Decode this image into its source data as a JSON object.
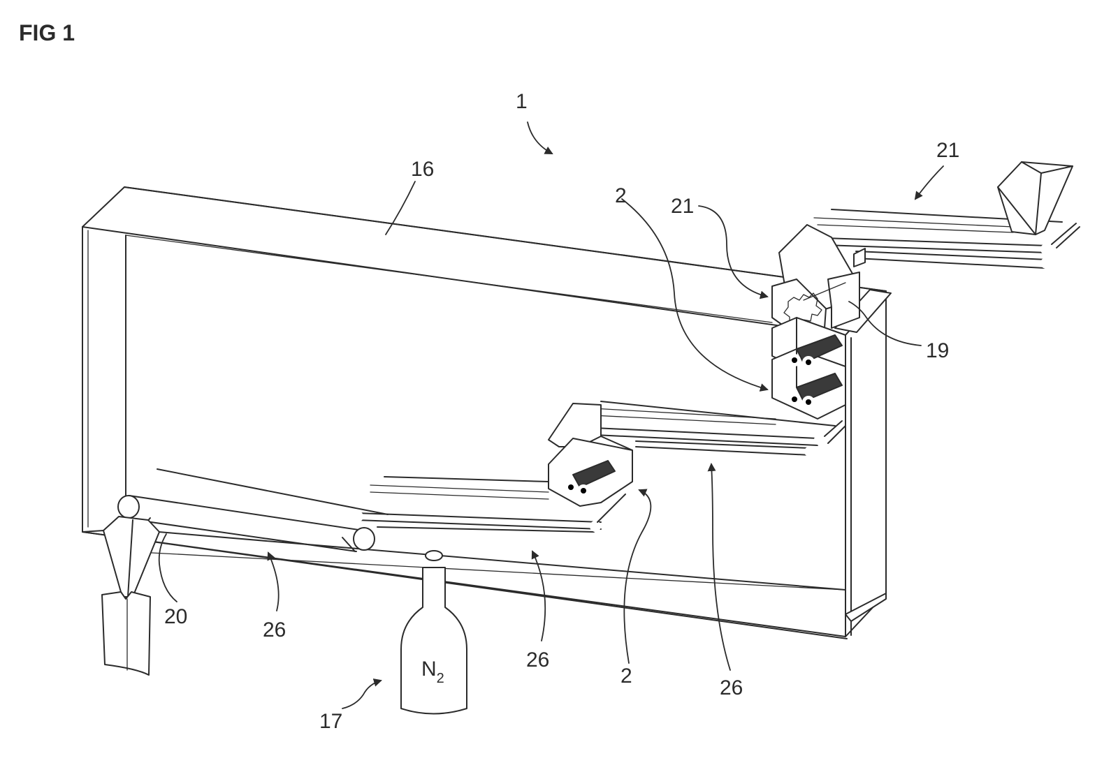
{
  "figure": {
    "title": "FIG 1",
    "labels": {
      "apparatus": "1",
      "frame": "16",
      "unit_upper": "2",
      "unit_lower": "2",
      "feed_upper": "21",
      "feed_top": "21",
      "support": "19",
      "outlet": "20",
      "gas_supply": "17",
      "gas_formula": "N",
      "gas_subscript": "2",
      "conveyor_a": "26",
      "conveyor_b": "26",
      "conveyor_c": "26"
    }
  }
}
